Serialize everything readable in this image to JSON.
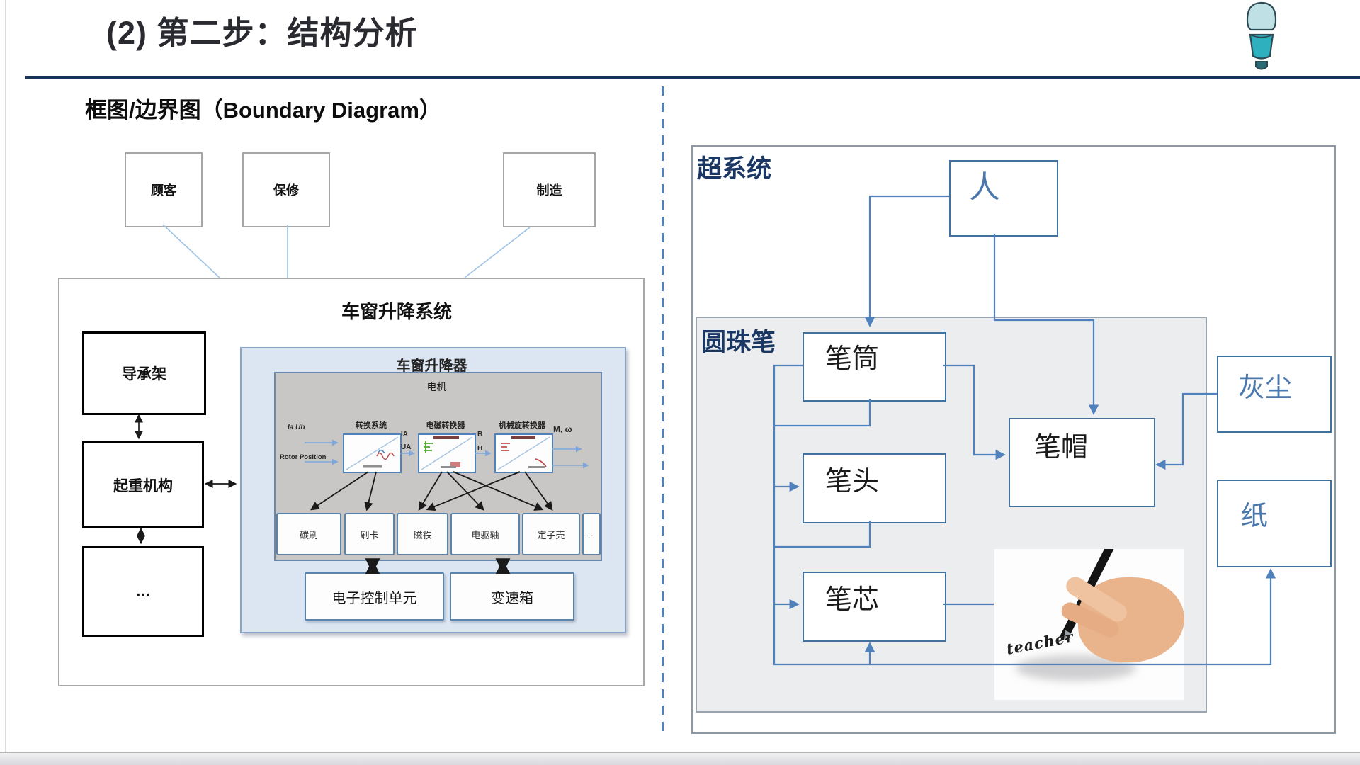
{
  "slide": {
    "title": "(2) 第二步：结构分析",
    "left_panel": {
      "heading": "框图/边界图（Boundary Diagram）",
      "externals": [
        "顾客",
        "保修",
        "制造"
      ],
      "system_title": "车窗升降系统",
      "subsystems": [
        "导承架",
        "起重机构",
        "…"
      ],
      "lifter_title": "车窗升降器",
      "motor": {
        "label": "电机",
        "converters": [
          "转换系统",
          "电磁转换器",
          "机械旋转换器"
        ],
        "inputs": [
          "Ia Ub",
          "Rotor Position"
        ],
        "signals": [
          "IA",
          "UA",
          "B",
          "H",
          "M, ω"
        ],
        "parts": [
          "碳刷",
          "刷卡",
          "磁铁",
          "电驱轴",
          "定子壳",
          "…"
        ]
      },
      "bottom_boxes": [
        "电子控制单元",
        "变速箱"
      ]
    },
    "right_panel": {
      "supersystem_label": "超系统",
      "system_label": "圆珠笔",
      "nodes": {
        "person": "人",
        "barrel": "笔筒",
        "tip": "笔头",
        "refill": "笔芯",
        "cap": "笔帽",
        "dust": "灰尘",
        "paper": "纸"
      },
      "photo_caption": "teacher"
    },
    "colors": {
      "accent_navy": "#17365d",
      "steel_blue": "#4f81bd",
      "node_text_blue": "#4a78ad",
      "light_blue_fill": "#dce6f2",
      "gray_panel": "#c9c7c6",
      "pen_box_fill": "#ecedee",
      "teal_icon": "#2fb0bf"
    }
  }
}
